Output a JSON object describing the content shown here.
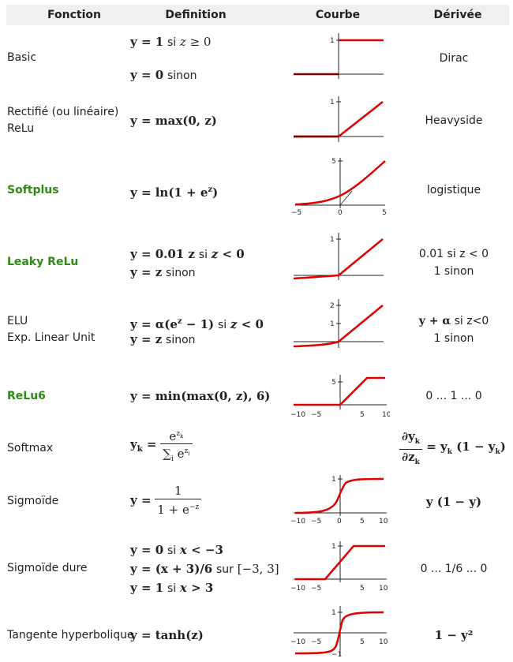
{
  "header": {
    "fonction": "Fonction",
    "definition": "Definition",
    "courbe": "Courbe",
    "derivee": "Dérivée"
  },
  "rows": [
    {
      "fonction": [
        "Basic"
      ],
      "definition": [
        "y = 1 si z ≥ 0",
        "y = 0 sinon"
      ],
      "derivee": [
        "Dirac"
      ]
    },
    {
      "fonction": [
        "Rectifié (ou linéaire)",
        "ReLu"
      ],
      "definition": [
        "y = max(0, z)"
      ],
      "derivee": [
        "Heavyside"
      ]
    },
    {
      "fonction": [
        "Softplus"
      ],
      "definition": [
        "y = ln(1 + e^z)"
      ],
      "derivee": [
        "logistique"
      ]
    },
    {
      "fonction": [
        "Leaky ReLu"
      ],
      "definition": [
        "y = 0.01 z si z < 0",
        "y = z sinon"
      ],
      "derivee": [
        "0.01 si z < 0",
        "1 sinon"
      ]
    },
    {
      "fonction": [
        "ELU",
        "Exp. Linear Unit"
      ],
      "definition": [
        "y = α(e^z − 1) si z < 0",
        "y = z sinon"
      ],
      "derivee": [
        "y + α si z<0",
        "1 sinon"
      ]
    },
    {
      "fonction": [
        "ReLu6"
      ],
      "definition": [
        "y = min(max(0, z), 6)"
      ],
      "derivee": [
        "0 ... 1 ... 0"
      ]
    },
    {
      "fonction": [
        "Softmax"
      ],
      "definition": [
        "e^{z_k}",
        "∑_i e^{z_i}"
      ],
      "derivee": [
        "∂y_k",
        "∂z_k",
        "= y_k (1 − y_k)"
      ]
    },
    {
      "fonction": [
        "Sigmoïde"
      ],
      "definition": [
        "1",
        "1 + e^{−z}"
      ],
      "derivee": [
        "y (1 − y)"
      ]
    },
    {
      "fonction": [
        "Sigmoïde dure"
      ],
      "definition": [
        "y = 0 si x < −3",
        "y = (x + 3)/6 sur [−3, 3]",
        "y = 1 si x > 3"
      ],
      "derivee": [
        "0 ... 1/6 ... 0"
      ]
    },
    {
      "fonction": [
        "Tangente hyperbolique"
      ],
      "definition": [
        "y = tanh(z)"
      ],
      "derivee": [
        "1 − y²"
      ]
    }
  ],
  "ticks": {
    "one": "1",
    "two": "2",
    "five": "5",
    "zero": "0",
    "m5": "−5",
    "m10": "−10",
    "p5": "5",
    "p10": "10",
    "m1": "−1"
  },
  "colors": {
    "curve": "#e00000",
    "green": "#2e8b16",
    "header_bg": "#f0f0f0"
  }
}
